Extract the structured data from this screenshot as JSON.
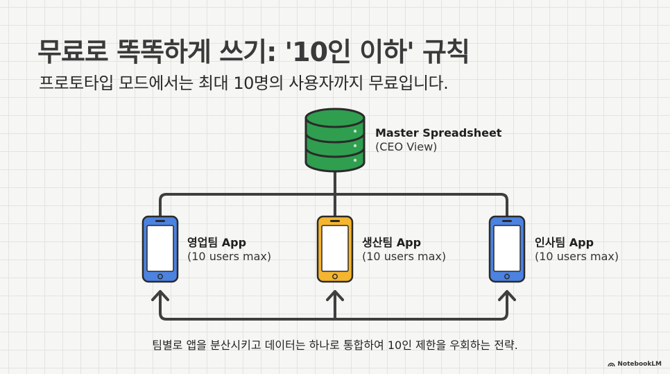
{
  "title": "무료로 똑똑하게 쓰기: '10인 이하' 규칙",
  "subtitle": "프로토타입 모드에서는 최대 10명의 사용자까지 무료입니다.",
  "master": {
    "name": "Master Spreadsheet",
    "sub": "(CEO View)",
    "icon": "database-icon",
    "color": "#2f9e4f"
  },
  "apps": [
    {
      "name": "영업팀 App",
      "sub": "(10 users max)",
      "icon": "phone-icon",
      "color": "#4c82e0"
    },
    {
      "name": "생산팀 App",
      "sub": "(10 users max)",
      "icon": "phone-icon",
      "color": "#f5b52e"
    },
    {
      "name": "인사팀 App",
      "sub": "(10 users max)",
      "icon": "phone-icon",
      "color": "#4c82e0"
    }
  ],
  "caption": "팀별로 앱을 분산시키고 데이터는 하나로 통합하여 10인 제한을 우회하는 전략.",
  "brand": {
    "label": "NotebookLM",
    "icon": "notebooklm-logo-icon"
  }
}
